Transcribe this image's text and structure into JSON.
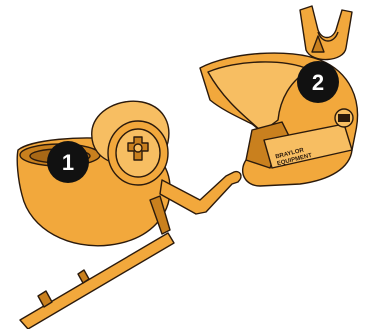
{
  "callouts": [
    {
      "label": "1"
    },
    {
      "label": "2"
    }
  ],
  "brand": {
    "line1": "BRAYLOR",
    "line2": "EQUIPMENT"
  },
  "colors": {
    "part_fill": "#f2a83c",
    "part_light": "#f7be62",
    "part_dark": "#c9801e",
    "outline": "#2b1a0c",
    "callout": "#111111"
  }
}
